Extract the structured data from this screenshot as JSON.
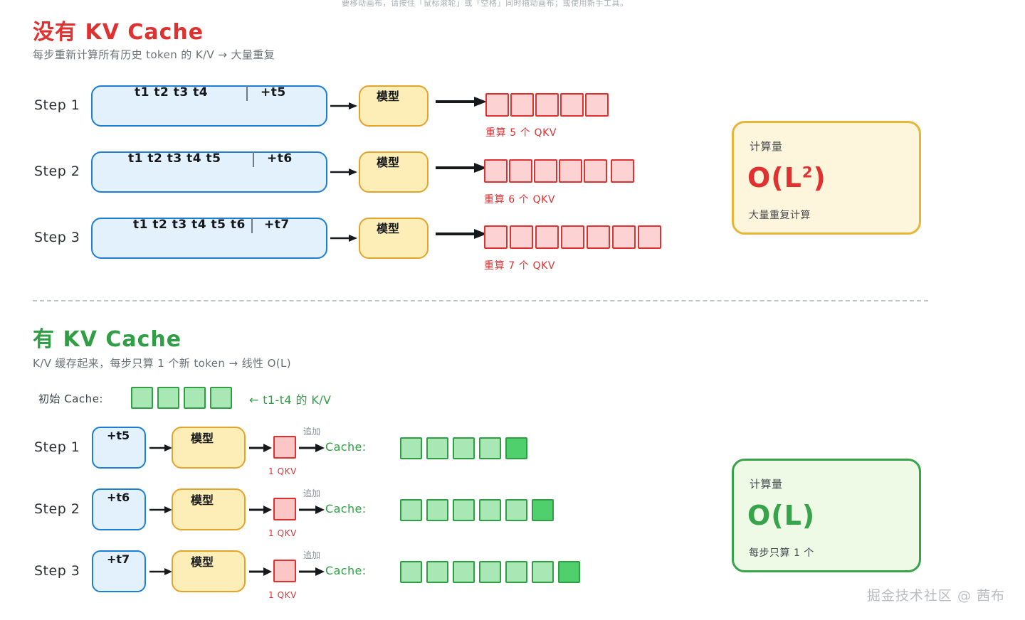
{
  "toolbar_hint": "要移动画布，请按住「鼠标滚轮」或「空格」同时拖动画布；或使用新手工具。",
  "watermark": "掘金技术社区 @ 茜布",
  "sections": [
    {
      "id": "no-kv-cache",
      "title": "没有 KV Cache",
      "subtitle": "每步重新计算所有历史 token 的 K/V → 大量重复",
      "rows": [
        {
          "step_label": "Step 1",
          "sequence_prefix": "t1  t2   t3  t4",
          "sequence_new": "+t5",
          "model_label": "模型",
          "qkv_count": 5,
          "qkv_caption": "重算 5 个 QKV"
        },
        {
          "step_label": "Step 2",
          "sequence_prefix": "t1  t2  t3  t4  t5",
          "sequence_new": "+t6",
          "model_label": "模型",
          "qkv_count": 6,
          "qkv_caption": "重算 6 个 QKV"
        },
        {
          "step_label": "Step 3",
          "sequence_prefix": "t1 t2 t3 t4 t5 t6",
          "sequence_new": "+t7",
          "model_label": "模型",
          "qkv_count": 7,
          "qkv_caption": "重算 7 个 QKV"
        }
      ],
      "card": {
        "label": "计算量",
        "complexity_base": "O(L",
        "complexity_exp": "2",
        "complexity_tail": ")",
        "note": "大量重复计算"
      }
    },
    {
      "id": "with-kv-cache",
      "title": "有 KV Cache",
      "subtitle": "K/V 缓存起来，每步只算 1 个新 token → 线性 O(L)",
      "initial_cache": {
        "label": "初始 Cache:",
        "count": 4,
        "annotation": "← t1-t4 的 K/V"
      },
      "rows": [
        {
          "step_label": "Step 1",
          "new_token": "+t5",
          "model_label": "模型",
          "qkv_caption": "1 QKV",
          "append_label": "追加",
          "cache_label": "Cache:",
          "cache_count": 5
        },
        {
          "step_label": "Step 2",
          "new_token": "+t6",
          "model_label": "模型",
          "qkv_caption": "1 QKV",
          "append_label": "追加",
          "cache_label": "Cache:",
          "cache_count": 6
        },
        {
          "step_label": "Step 3",
          "new_token": "+t7",
          "model_label": "模型",
          "qkv_caption": "1 QKV",
          "append_label": "追加",
          "cache_label": "Cache:",
          "cache_count": 7
        }
      ],
      "card": {
        "label": "计算量",
        "complexity_base": "O(L)",
        "note": "每步只算 1 个"
      }
    }
  ],
  "colors": {
    "red": "#e03131",
    "green": "#2f9e44",
    "blue": "#1c7ed6",
    "yellow": "#e5a32b",
    "gray": "#868e96"
  }
}
